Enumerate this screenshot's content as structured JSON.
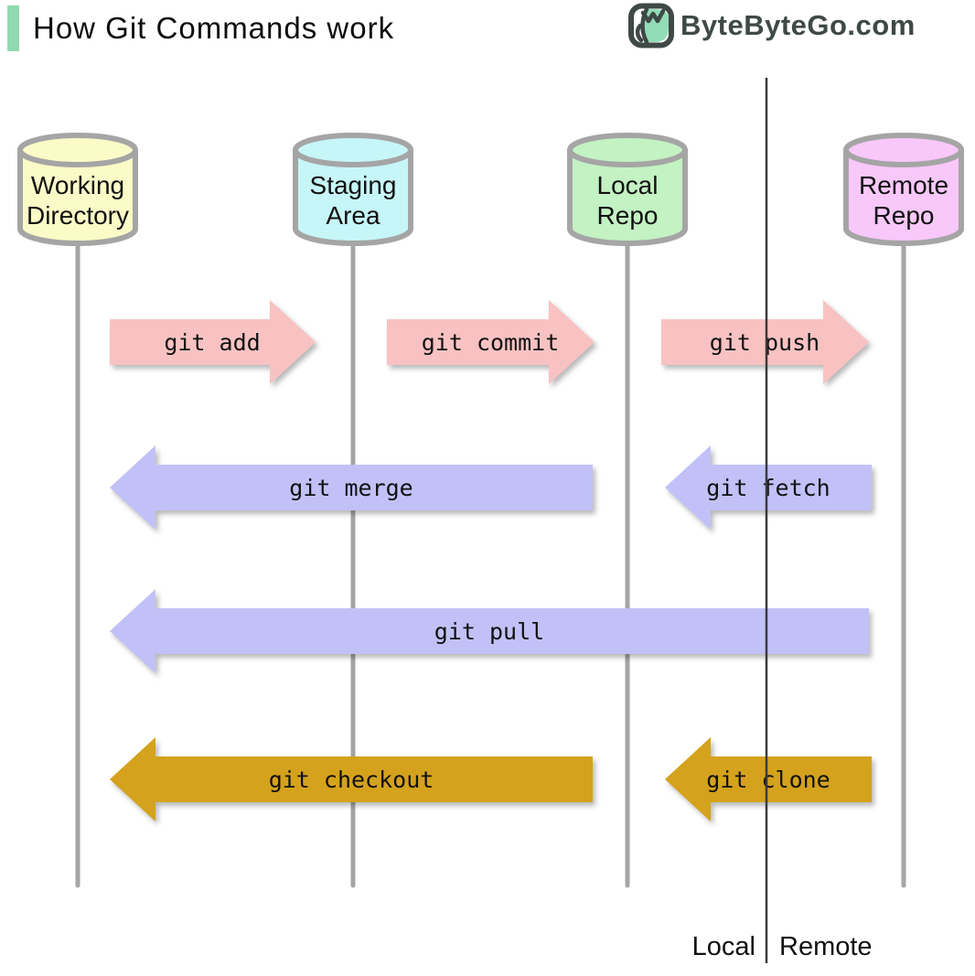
{
  "header": {
    "title": "How Git Commands work",
    "accent_color": "#90d9b1",
    "logo_text": "ByteByteGo.com",
    "logo_color": "#3f4946",
    "logo_icon": "bytebytego-owl-icon",
    "logo_icon_fill": "#92dcb7"
  },
  "columns": [
    {
      "id": "working-directory",
      "label": "Working Directory",
      "lines": [
        "Working",
        "Directory"
      ],
      "color": "#fbfbc8"
    },
    {
      "id": "staging-area",
      "label": "Staging Area",
      "lines": [
        "Staging",
        "Area"
      ],
      "color": "#c7f6f8"
    },
    {
      "id": "local-repo",
      "label": "Local Repo",
      "lines": [
        "Local",
        "Repo"
      ],
      "color": "#c3f2c3"
    },
    {
      "id": "remote-repo",
      "label": "Remote Repo",
      "lines": [
        "Remote",
        "Repo"
      ],
      "color": "#f8c8fa"
    }
  ],
  "arrows": [
    {
      "label": "git add",
      "from": "working-directory",
      "to": "staging-area",
      "direction": "right",
      "color": "#f9c2c2"
    },
    {
      "label": "git commit",
      "from": "staging-area",
      "to": "local-repo",
      "direction": "right",
      "color": "#f9c2c2"
    },
    {
      "label": "git push",
      "from": "local-repo",
      "to": "remote-repo",
      "direction": "right",
      "color": "#f9c2c2"
    },
    {
      "label": "git merge",
      "from": "local-repo",
      "to": "working-directory",
      "direction": "left",
      "color": "#c1c1f8"
    },
    {
      "label": "git fetch",
      "from": "remote-repo",
      "to": "local-repo",
      "direction": "left",
      "color": "#c1c1f8"
    },
    {
      "label": "git pull",
      "from": "remote-repo",
      "to": "working-directory",
      "direction": "left",
      "color": "#c1c1f8"
    },
    {
      "label": "git checkout",
      "from": "local-repo",
      "to": "working-directory",
      "direction": "left",
      "color": "#d5a21d"
    },
    {
      "label": "git clone",
      "from": "remote-repo",
      "to": "local-repo",
      "direction": "left",
      "color": "#d5a21d"
    }
  ],
  "zones": {
    "local_label": "Local",
    "remote_label": "Remote"
  },
  "line_colors": {
    "lifeline": "#a5a5a5",
    "divider": "#3a3a3a"
  }
}
